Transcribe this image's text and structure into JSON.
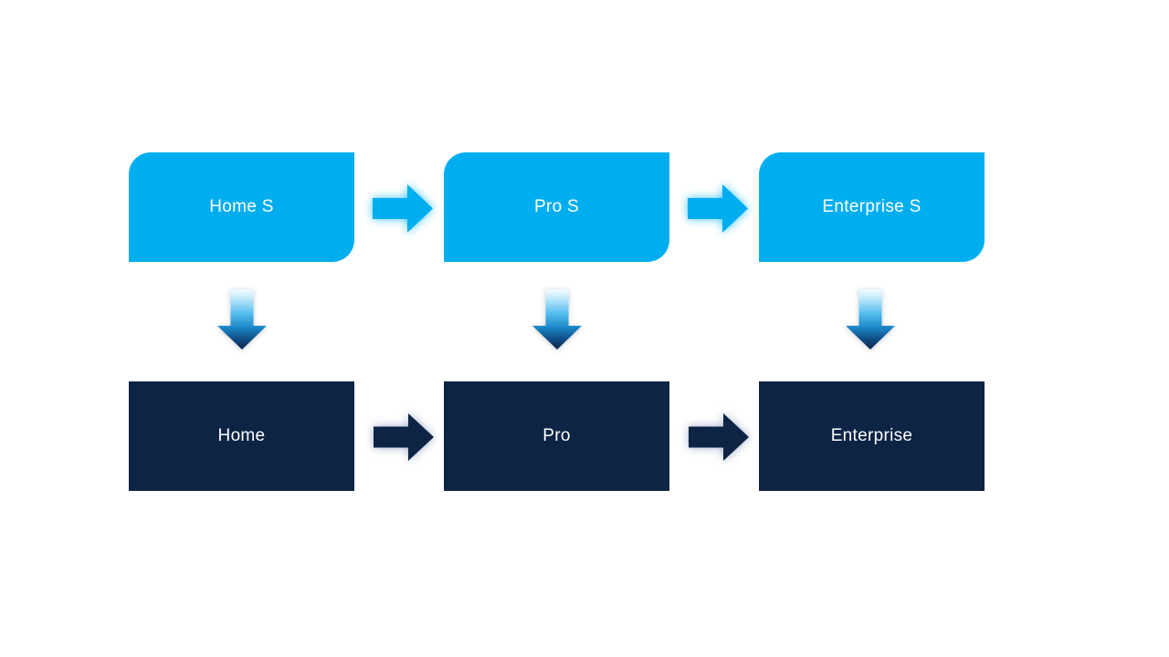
{
  "colors": {
    "light_blue": "#00AEEF",
    "dark_navy": "#0E2445",
    "label_text": "#FFFFFF",
    "background": "#FFFFFF",
    "down_arrow_gradient": [
      "#F2FBFE",
      "#56BEEE",
      "#1E8BCB",
      "#0E2445"
    ]
  },
  "icons": {
    "right_arrow": "block-right-arrow",
    "down_arrow": "block-down-arrow"
  },
  "top_row": {
    "boxes": [
      {
        "label": "Home S"
      },
      {
        "label": "Pro S"
      },
      {
        "label": "Enterprise S"
      }
    ]
  },
  "bottom_row": {
    "boxes": [
      {
        "label": "Home"
      },
      {
        "label": "Pro"
      },
      {
        "label": "Enterprise"
      }
    ]
  }
}
